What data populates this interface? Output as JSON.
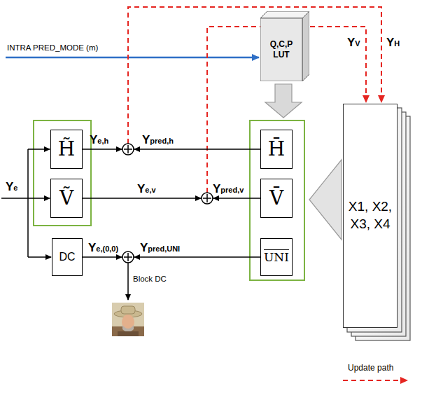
{
  "diagram": {
    "nodes": [
      {
        "text": [
          "Q,C,P LUT"
        ]
      },
      {
        "text": [
          "H̃"
        ]
      },
      {
        "text": [
          "Ṽ"
        ]
      },
      {
        "text": [
          "DC"
        ]
      },
      {
        "text": [
          "H̄"
        ]
      },
      {
        "text": [
          "V̄"
        ]
      },
      {
        "text": [
          "UNI"
        ]
      },
      {
        "text": [
          "X1, X2, X3, X4"
        ]
      }
    ],
    "edges": [
      {
        "from": 1,
        "to": 4,
        "arrow": "none"
      },
      {
        "from": 2,
        "to": 5,
        "arrow": "none"
      },
      {
        "from": 3,
        "to": 6,
        "arrow": "none"
      }
    ],
    "labels": [
      "INTRA PRED_MODE (m)",
      "YV",
      "YH",
      "Ye",
      "Ye,h",
      "Ypred,h",
      "Ye,v",
      "Ypred,v",
      "Ye,(0,0)",
      "Ypred,UNI",
      "Block DC"
    ],
    "legend": [
      {
        "text": "Update path"
      }
    ]
  }
}
